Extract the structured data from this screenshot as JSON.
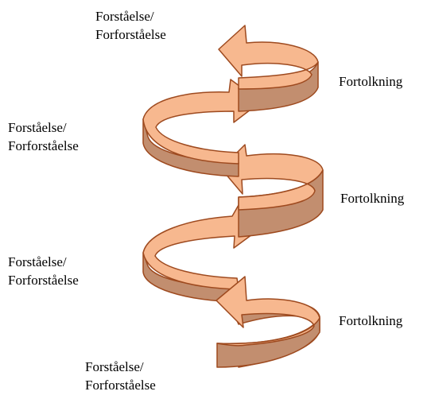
{
  "diagram": {
    "labels": {
      "understanding_1": {
        "line1": "Forståelse/",
        "line2": "Forforståelse"
      },
      "understanding_2": {
        "line1": "Forståelse/",
        "line2": "Forforståelse"
      },
      "understanding_3": {
        "line1": "Forståelse/",
        "line2": "Forforståelse"
      },
      "understanding_4": {
        "line1": "Forståelse/",
        "line2": "Forforståelse"
      },
      "interpretation_1": "Fortolkning",
      "interpretation_2": "Fortolkning",
      "interpretation_3": "Fortolkning"
    },
    "colors": {
      "ribbon_front": "#f7b88f",
      "ribbon_back": "#c28e6f",
      "outline": "#9e4a1f",
      "text": "#000000"
    }
  }
}
